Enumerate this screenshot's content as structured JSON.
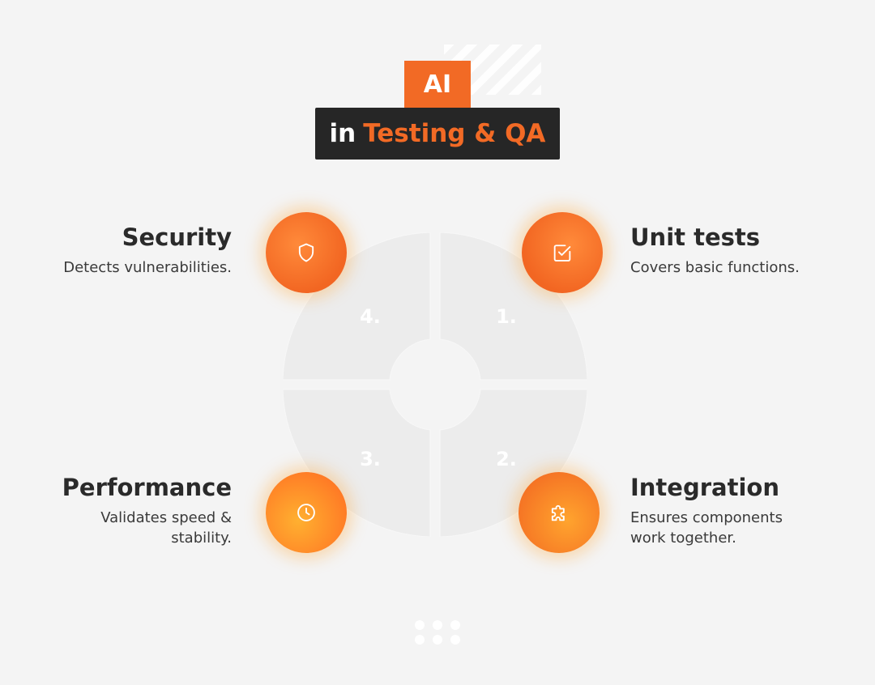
{
  "header": {
    "badge": "AI",
    "title_prefix": "in",
    "title_accent": "Testing & QA"
  },
  "colors": {
    "accent": "#f26a25",
    "dark": "#262626",
    "background": "#f4f4f4"
  },
  "segments": [
    {
      "number": "1.",
      "title": "Unit tests",
      "description": "Covers basic functions.",
      "icon": "checkbox-icon"
    },
    {
      "number": "2.",
      "title": "Integration",
      "description": "Ensures components work together.",
      "icon": "puzzle-icon"
    },
    {
      "number": "3.",
      "title": "Performance",
      "description": "Validates speed & stability.",
      "icon": "clock-icon"
    },
    {
      "number": "4.",
      "title": "Security",
      "description": "Detects vulnerabilities.",
      "icon": "shield-icon"
    }
  ]
}
